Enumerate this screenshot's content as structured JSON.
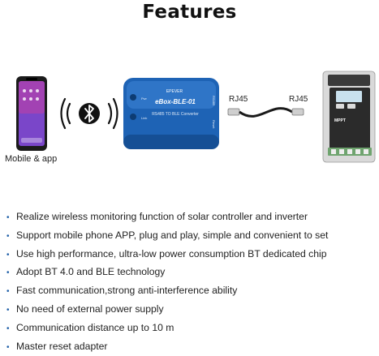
{
  "title": "Features",
  "phone_caption": "Mobile & app",
  "device": {
    "brand": "EPEVER",
    "model": "eBox-BLE-01",
    "subtitle": "RS485 TO BLE Converter",
    "port_label": "RS485",
    "reset_label": "Reset",
    "led_power": "Pwr",
    "led_link": "Link"
  },
  "cable": {
    "left_label": "RJ45",
    "right_label": "RJ45"
  },
  "controller": {
    "label": "MPPT"
  },
  "colors": {
    "device_blue": "#1e63b5",
    "bullet": "#1f5fa8",
    "phone_screen": "#7a46c9"
  },
  "icons": {
    "wireless": "bluetooth-signal-icon"
  },
  "features": [
    "Realize wireless monitoring function of solar controller and inverter",
    "Support mobile phone APP, plug and play, simple and convenient to set",
    "Use high performance, ultra-low power consumption BT dedicated chip",
    "Adopt BT 4.0 and BLE technology",
    "Fast communication,strong anti-interference ability",
    "No need of external power supply",
    "Communication distance up to 10 m",
    "Master reset adapter"
  ]
}
